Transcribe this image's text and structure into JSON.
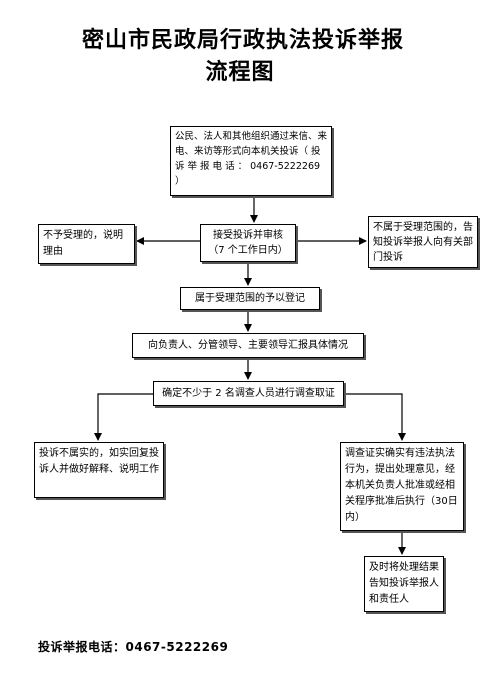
{
  "title": {
    "line1": "密山市民政局行政执法投诉举报",
    "line2": "流程图"
  },
  "nodes": {
    "complaint_channels": "公民、法人和其他组织通过来信、来电、来访等形式向本机关投诉（ 投 诉 举 报 电 话 ： 0467-5222269 ）",
    "accept_review": "接受投诉并审核（7 个工作日内）",
    "not_accepted": "不予受理的，说明理由",
    "out_of_scope": "不属于受理范围的，告知投诉举报人向有关部门投诉",
    "register": "属于受理范围的予以登记",
    "report_leaders": "向负责人、分管领导、主要领导汇报具体情况",
    "assign_investigators": "确定不少于 2 名调查人员进行调查取证",
    "not_true": "投诉不属实的，如实回复投诉人并做好解释、说明工作",
    "violation_confirmed": "调查证实确实有违法执法行为，提出处理意见，经本机关负责人批准或经相关程序批准后执行（30日内）",
    "notify_result": "及时将处理结果告知投诉举报人和责任人"
  },
  "footer": {
    "hotline": "投诉举报电话：0467-5222269"
  }
}
